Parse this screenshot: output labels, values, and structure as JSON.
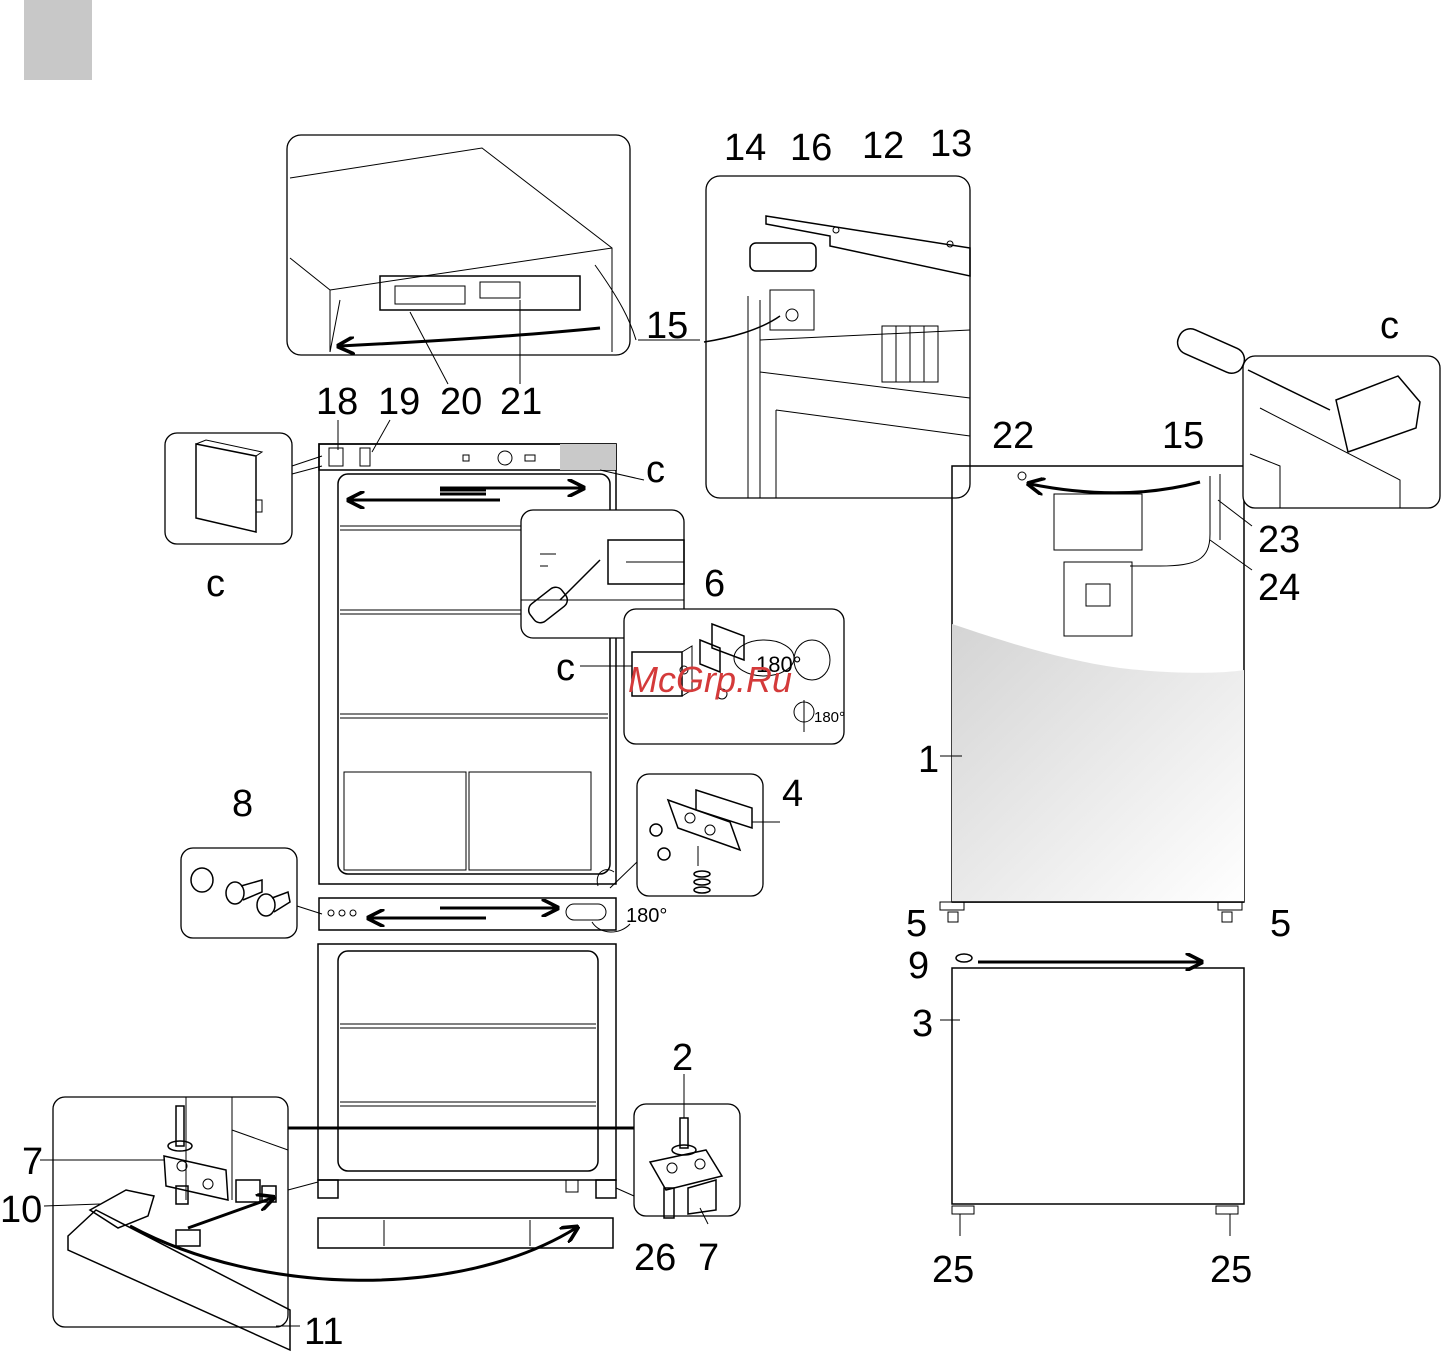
{
  "labels": {
    "l1": "1",
    "l2": "2",
    "l3": "3",
    "l4": "4",
    "l5a": "5",
    "l5b": "5",
    "l6": "6",
    "l7a": "7",
    "l7b": "7",
    "l8": "8",
    "l9": "9",
    "l10": "10",
    "l11": "11",
    "l12": "12",
    "l13": "13",
    "l14": "14",
    "l15a": "15",
    "l15b": "15",
    "l16": "16",
    "l18": "18",
    "l19": "19",
    "l20": "20",
    "l21": "21",
    "l22": "22",
    "l23": "23",
    "l24": "24",
    "l25a": "25",
    "l25b": "25",
    "l26": "26",
    "ca": "c",
    "cb": "c",
    "cc": "c",
    "cd": "c",
    "deg1": "180°",
    "deg2": "180°",
    "deg3": "180°"
  },
  "watermark": "McGrp.Ru",
  "colors": {
    "tab": "#c8c8c8",
    "panel_grey": "#cfcfcf",
    "door_grad_start": "#d9d9d9",
    "door_grad_end": "#ffffff",
    "watermark": "#d43a3a"
  }
}
